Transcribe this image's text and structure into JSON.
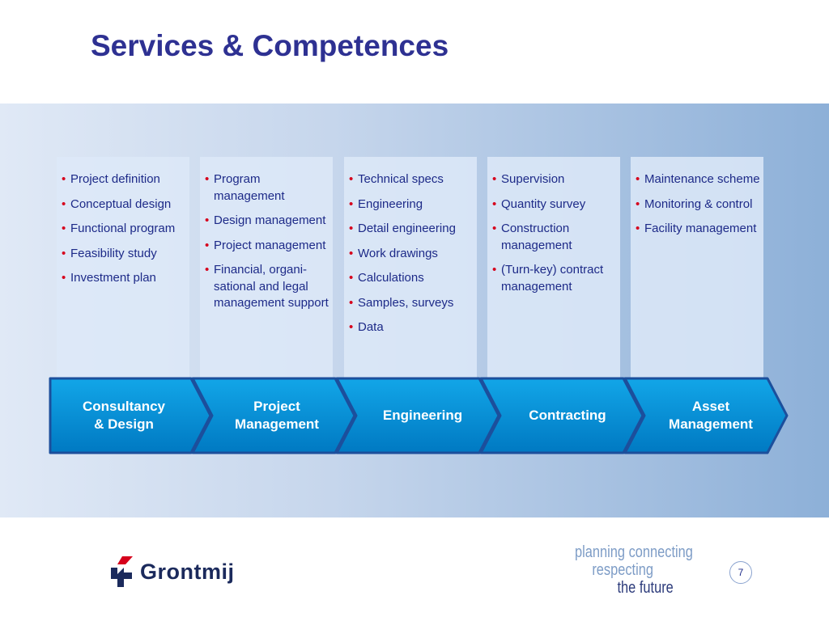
{
  "slide": {
    "title": "Services & Competences"
  },
  "columns": [
    {
      "items": [
        "Project definition",
        "Conceptual design",
        "Functional program",
        "Feasibility study",
        "Investment plan"
      ]
    },
    {
      "items": [
        "Program management",
        "Design management",
        "Project management",
        "Financial, organi-sational and legal management support"
      ]
    },
    {
      "items": [
        "Technical specs",
        "Engineering",
        "Detail engineering",
        "Work drawings",
        "Calculations",
        "Samples, surveys",
        "Data"
      ]
    },
    {
      "items": [
        "Supervision",
        "Quantity survey",
        "Construction management",
        "(Turn-key) contract management"
      ]
    },
    {
      "items": [
        "Maintenance scheme",
        "Monitoring & control",
        "Facility management"
      ]
    }
  ],
  "stages": [
    {
      "label": "Consultancy\n& Design"
    },
    {
      "label": "Project\nManagement"
    },
    {
      "label": "Engineering"
    },
    {
      "label": "Contracting"
    },
    {
      "label": "Asset\nManagement"
    }
  ],
  "footer": {
    "logo_text": "Grontmij",
    "tagline": {
      "line1": "planning connecting",
      "line2": "respecting",
      "line3": "the future"
    },
    "page_number": "7"
  },
  "colors": {
    "title": "#2e3192",
    "bullet": "#d6001c",
    "stage_fill": "#0093d8",
    "stage_border": "#1c4f9c"
  }
}
